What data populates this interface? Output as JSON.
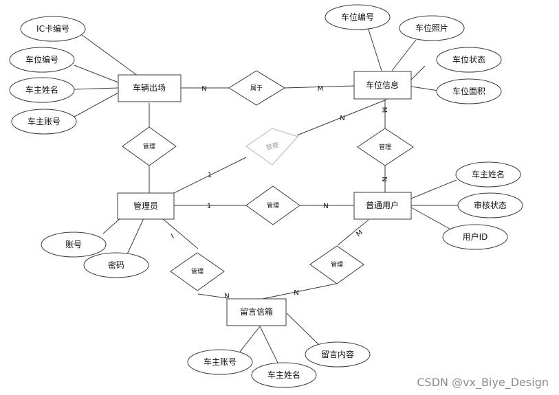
{
  "entities": {
    "vehicle_exit": "车辆出场",
    "space_info": "车位信息",
    "admin": "管理员",
    "user": "普通用户",
    "mailbox": "留言信箱"
  },
  "relations": {
    "belongs": "属于",
    "manage_admin_space": "管理",
    "manage_admin_exit": "管理",
    "manage_space_user": "管理",
    "manage_admin_user": "管理",
    "manage_admin_mail": "管理",
    "manage_user_mail": "管理"
  },
  "attributes": {
    "exit_ic": "IC卡编号",
    "exit_space_no": "车位编号",
    "exit_owner_name": "车主姓名",
    "exit_owner_account": "车主账号",
    "space_no": "车位编号",
    "space_photo": "车位照片",
    "space_status": "车位状态",
    "space_area": "车位面积",
    "user_owner_name": "车主姓名",
    "user_review": "审核状态",
    "user_id": "用户ID",
    "admin_account": "账号",
    "admin_password": "密码",
    "mail_owner_account": "车主账号",
    "mail_owner_name": "车主姓名",
    "mail_content": "留言内容"
  },
  "cardinalities": {
    "exit_belongs": "N",
    "belongs_space": "M",
    "space_manage": "M",
    "manage_user": "N",
    "admin_diag": "1",
    "diag_space": "N",
    "admin_manage": "1",
    "manage_user2": "N",
    "admin_mail": "I",
    "mail_from_admin": "N",
    "user_mail": "M",
    "mail_from_user": "N"
  },
  "watermark": "CSDN @vx_Biye_Design"
}
